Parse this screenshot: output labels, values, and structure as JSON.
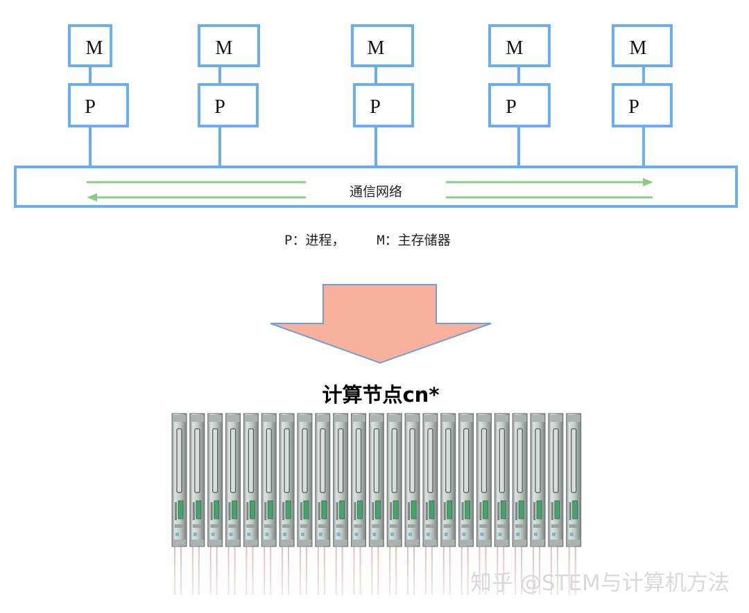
{
  "units": [
    {
      "memory_label": "M",
      "processor_label": "P"
    },
    {
      "memory_label": "M",
      "processor_label": "P"
    },
    {
      "memory_label": "M",
      "processor_label": "P"
    },
    {
      "memory_label": "M",
      "processor_label": "P"
    },
    {
      "memory_label": "M",
      "processor_label": "P"
    }
  ],
  "network": {
    "label": "通信网络"
  },
  "legend": {
    "text": "P：进程，    M：主存储器"
  },
  "nodes": {
    "title": "计算节点cn*",
    "count": 23
  },
  "watermark": {
    "text": "知乎 @STEM与计算机方法"
  },
  "colors": {
    "box_border": "#6aaef0",
    "arrow_line": "#8dc98a",
    "big_arrow_fill": "#f8b19d",
    "big_arrow_stroke": "#6f9fd8"
  }
}
